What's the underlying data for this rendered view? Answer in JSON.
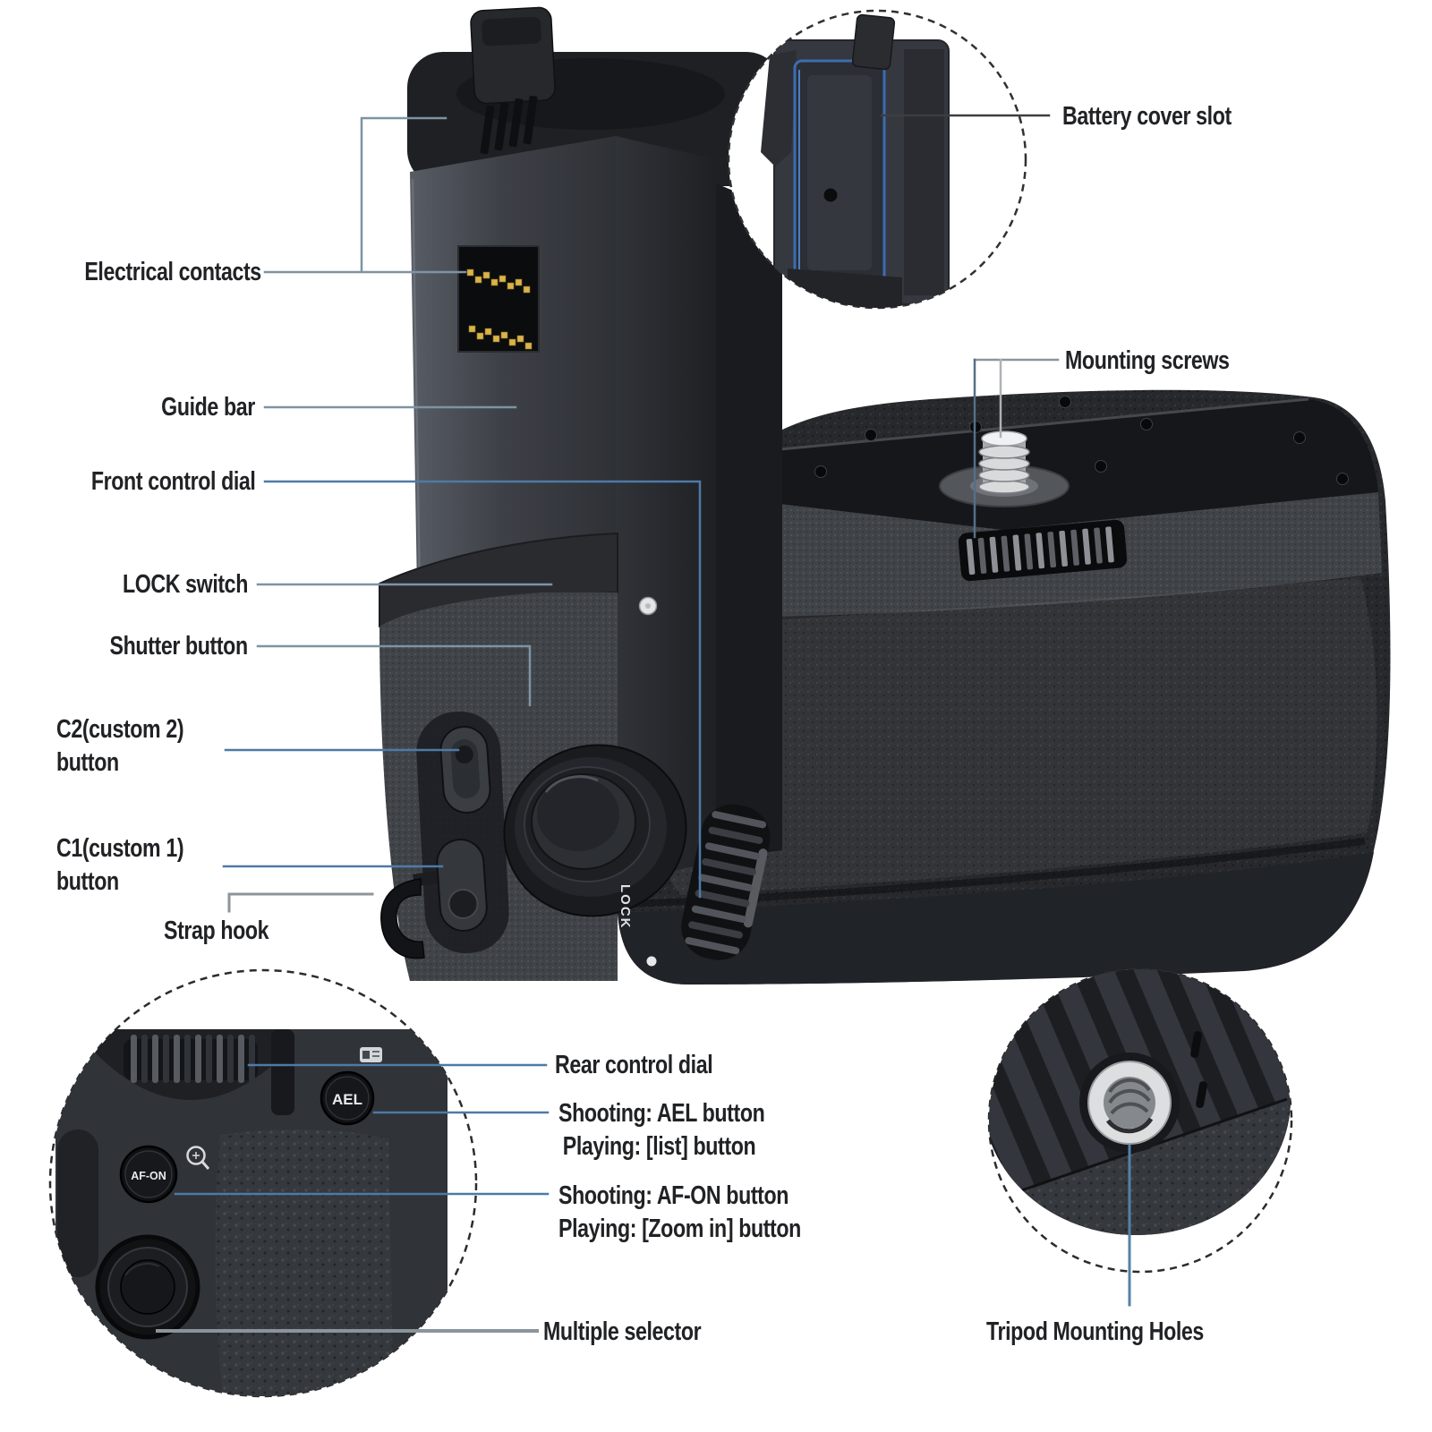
{
  "labels": {
    "electrical_contacts": "Electrical contacts",
    "guide_bar": "Guide bar",
    "front_control_dial": "Front control dial",
    "lock_switch": "LOCK switch",
    "shutter_button": "Shutter button",
    "c2_button": {
      "line1": "C2(custom 2)",
      "line2": "button"
    },
    "c1_button": {
      "line1": "C1(custom 1)",
      "line2": "button"
    },
    "strap_hook": "Strap hook",
    "battery_cover_slot": "Battery cover slot",
    "mounting_screws": "Mounting screws",
    "rear_control_dial": "Rear control dial",
    "ael_button": {
      "line1": "Shooting: AEL button",
      "line2": "Playing: [list] button"
    },
    "af_on_button": {
      "line1": "Shooting: AF-ON button",
      "line2": "Playing: [Zoom in] button"
    },
    "multiple_selector": "Multiple selector",
    "tripod_mounting_holes": "Tripod Mounting Holes"
  },
  "markings": {
    "lock": "LOCK",
    "ael": "AEL",
    "af_on": "AF-ON"
  },
  "colors": {
    "callout_blue": "#4e7aa5",
    "callout_gray": "#8d959c",
    "callout_dark": "#3b3e41",
    "battery_slot_blue": "#3d6cb0",
    "label_text": "#212225"
  }
}
